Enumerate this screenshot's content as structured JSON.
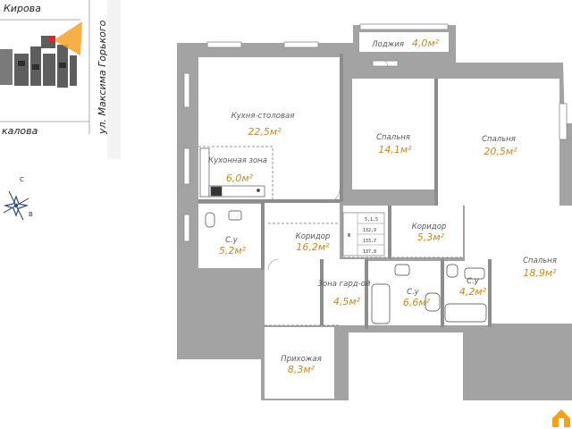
{
  "map": {
    "street_top": "Кирова",
    "street_vertical": "ул. Максима Горького",
    "street_bottom": "калова"
  },
  "compass": {
    "north": "С",
    "east": "В"
  },
  "rooms": [
    {
      "id": "loggia",
      "label": "Лоджия",
      "area": "4,0м²"
    },
    {
      "id": "kitchen",
      "label": "Кухня-столовая",
      "area": "22,5м²"
    },
    {
      "id": "kitchen-zone",
      "label": "Кухонная зона",
      "area": "6,0м²"
    },
    {
      "id": "bedroom-1",
      "label": "Спальня",
      "area": "14,1м²"
    },
    {
      "id": "bedroom-2",
      "label": "Спальня",
      "area": "20,5м²"
    },
    {
      "id": "bathroom-1",
      "label": "С.у",
      "area": "5,2м²"
    },
    {
      "id": "corridor-1",
      "label": "Коридор",
      "area": "16,2м²"
    },
    {
      "id": "corridor-2",
      "label": "Коридор",
      "area": "5,3м²"
    },
    {
      "id": "bedroom-3",
      "label": "Спальня",
      "area": "18,9м²"
    },
    {
      "id": "wardrobe",
      "label": "Зона гард-ой",
      "area": "4,5м²"
    },
    {
      "id": "bathroom-2",
      "label": "С.у",
      "area": "6,6м²"
    },
    {
      "id": "bathroom-3",
      "label": "С.у",
      "area": "4,2м²"
    },
    {
      "id": "hall",
      "label": "Прихожая",
      "area": "8,3м²"
    }
  ],
  "shaft_marks": [
    "Ж",
    "5,1,5",
    "132,9",
    "133,7",
    "137,8"
  ],
  "colors": {
    "wall": "#a3a3a3",
    "floor": "#ffffff",
    "area_text": "#c98a1e",
    "accent": "#f4a227",
    "pin": "#d9252a",
    "logo": "#f2a31c"
  }
}
